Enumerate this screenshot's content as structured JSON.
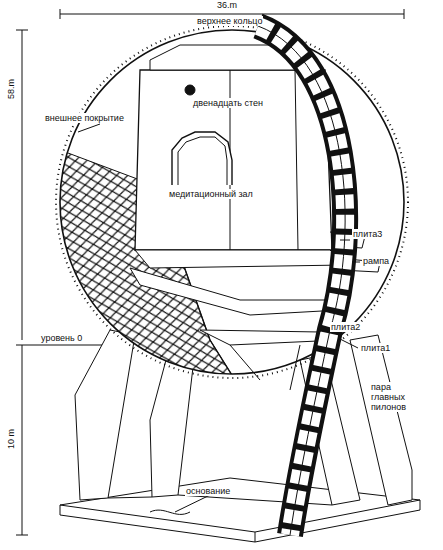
{
  "diagram": {
    "labels": [
      "36.m",
      "верхнее кольцо",
      "внешнее покрытие",
      "58.m",
      "двенадцать стен",
      "медитационный зал",
      "плита3",
      "рампа",
      "плита2",
      "уровень 0",
      "плита1",
      "пара главных пилонов",
      "10 m",
      "основание"
    ]
  }
}
